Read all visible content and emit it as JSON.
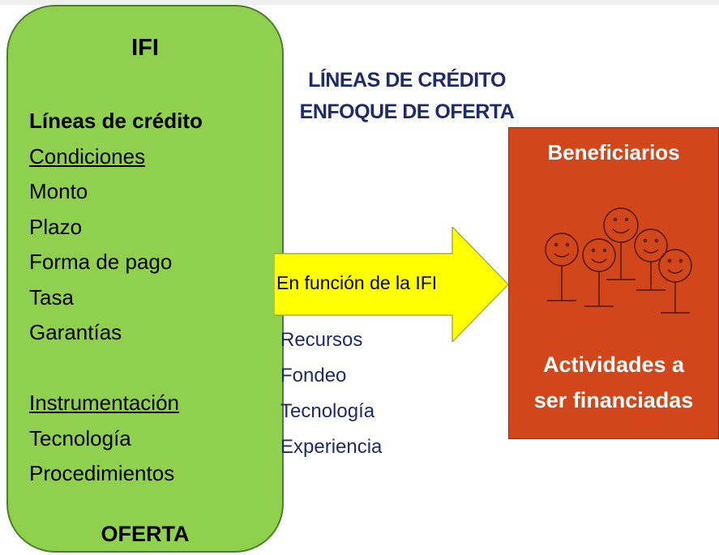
{
  "left_box": {
    "title": "IFI",
    "heading": "Líneas de crédito",
    "conditions_label": "Condiciones",
    "conditions": [
      "Monto",
      "Plazo",
      "Forma de pago",
      "Tasa",
      "Garantías"
    ],
    "instrumentation_label": "Instrumentación",
    "instrumentation": [
      "Tecnología",
      "Procedimientos"
    ],
    "footer": "OFERTA"
  },
  "center": {
    "heading_line1": "LÍNEAS DE CRÉDITO",
    "heading_line2": "ENFOQUE DE OFERTA",
    "arrow_label": "En función de la IFI",
    "resources": [
      "Recursos",
      "Fondeo",
      "Tecnología",
      "Experiencia"
    ]
  },
  "right_box": {
    "title": "Beneficiarios",
    "activities_line1": "Actividades a",
    "activities_line2": "ser financiadas"
  },
  "colors": {
    "left_box_fill": "#8fd14f",
    "arrow_fill": "#ffff00",
    "right_box_fill": "#d2461b",
    "heading_text": "#1f2a6b"
  }
}
